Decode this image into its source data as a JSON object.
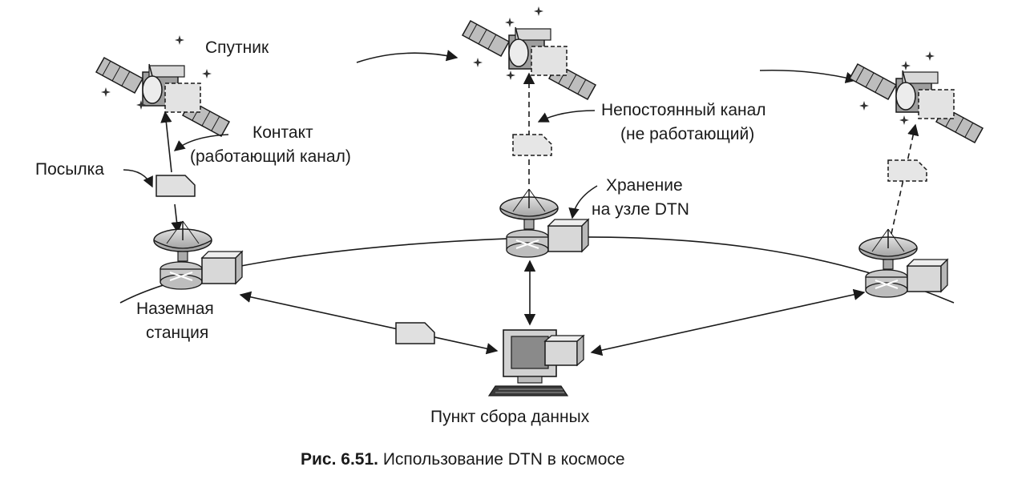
{
  "labels": {
    "satellite": "Спутник",
    "contact_line1": "Контакт",
    "contact_line2": "(работающий канал)",
    "bundle": "Посылка",
    "intermittent_line1": "Непостоянный канал",
    "intermittent_line2": "(не работающий)",
    "storage_line1": "Хранение",
    "storage_line2": "на узле DTN",
    "ground_line1": "Наземная",
    "ground_line2": "станция",
    "collection_point": "Пункт сбора данных"
  },
  "caption": {
    "number": "Рис. 6.51.",
    "text": " Использование DTN в космосе"
  },
  "icons": [
    "satellite-icon",
    "dish-antenna-icon",
    "router-icon",
    "storage-box-icon",
    "bundle-icon",
    "computer-icon",
    "sparkle-icon"
  ],
  "colors": {
    "ink": "#1a1a1a",
    "gray_fill": "#cfcfcf",
    "light_fill": "#e6e6e6",
    "dark_fill": "#7a7a7a"
  }
}
